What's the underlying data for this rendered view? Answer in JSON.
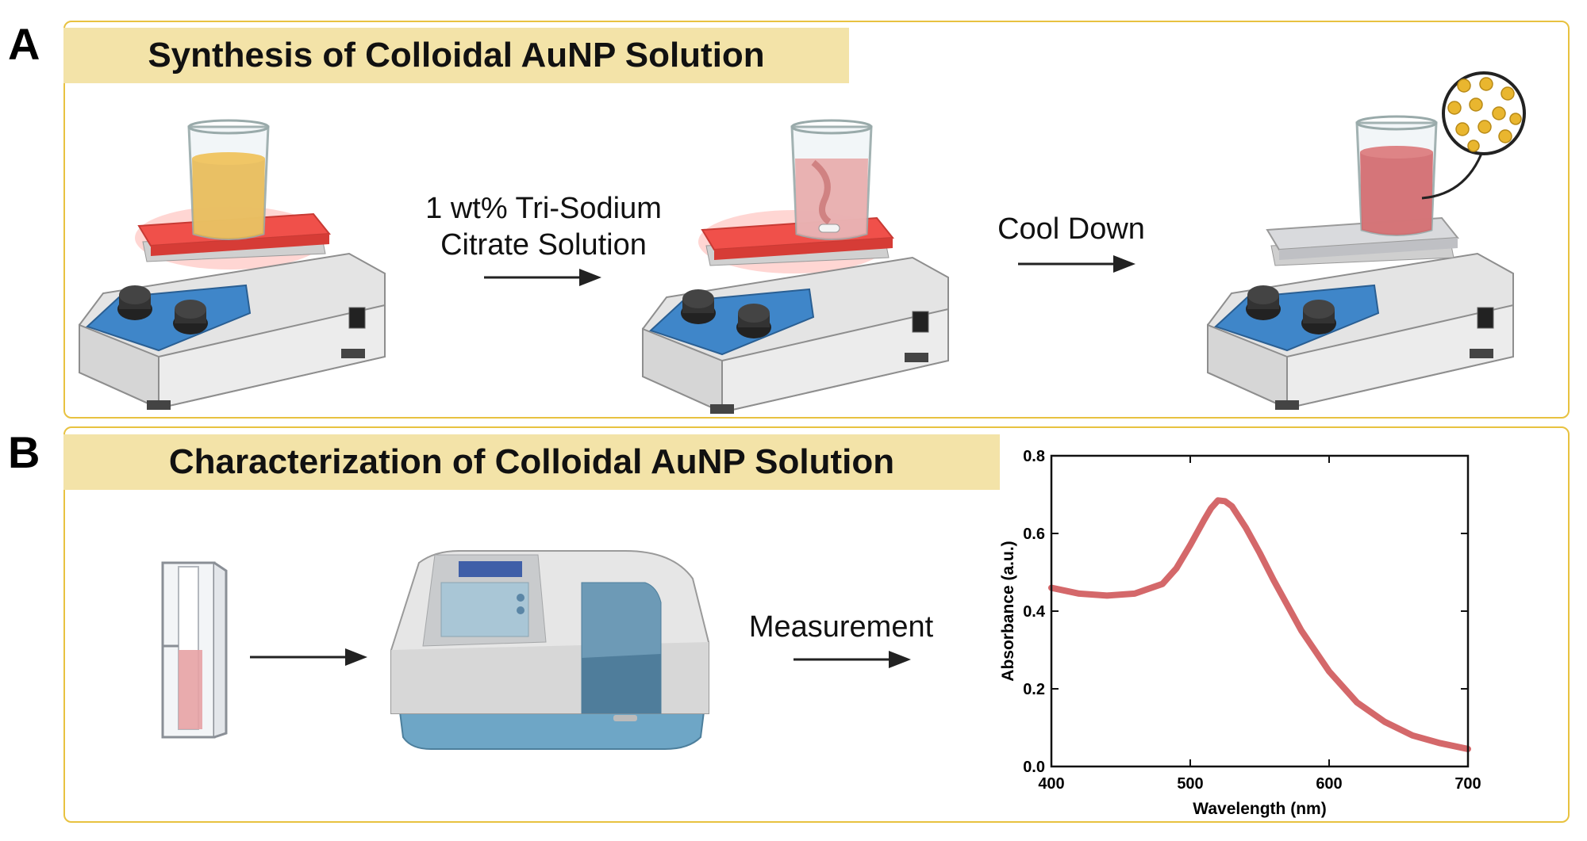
{
  "panel_a": {
    "letter": "A",
    "title": "Synthesis of Colloidal AuNP Solution",
    "step1_line1": "1 wt% Tri-Sodium",
    "step1_line2": "Citrate Solution",
    "step2_label": "Cool Down"
  },
  "panel_b": {
    "letter": "B",
    "title": "Characterization of Colloidal AuNP Solution",
    "step_label": "Measurement"
  },
  "colors": {
    "panel_border": "#e8c240",
    "banner": "#f3e3a8",
    "hotplate_red": "#f0504a",
    "gold_solution": "#e8b64a",
    "red_solution": "#d2676a",
    "spectrum_line": "#d4686a",
    "control_blue": "#3f86c9"
  },
  "icons": [
    "hot-plate-stirrer",
    "beaker",
    "magnifier-nanoparticles",
    "cuvette",
    "uv-vis-spectrophotometer",
    "arrow-right"
  ],
  "chart_data": {
    "type": "line",
    "xlabel": "Wavelength (nm)",
    "ylabel": "Absorbance (a.u.)",
    "xlim": [
      400,
      700
    ],
    "ylim": [
      0.0,
      0.8
    ],
    "x_ticks": [
      "400",
      "500",
      "600",
      "700"
    ],
    "y_ticks": [
      "0.0",
      "0.2",
      "0.4",
      "0.6",
      "0.8"
    ],
    "grid": false,
    "series": [
      {
        "x": [
          400,
          420,
          440,
          460,
          480,
          490,
          500,
          510,
          515,
          520,
          525,
          530,
          540,
          550,
          560,
          580,
          600,
          620,
          640,
          660,
          680,
          700
        ],
        "y": [
          0.46,
          0.445,
          0.44,
          0.445,
          0.47,
          0.51,
          0.57,
          0.635,
          0.665,
          0.685,
          0.683,
          0.67,
          0.615,
          0.55,
          0.48,
          0.35,
          0.245,
          0.165,
          0.115,
          0.08,
          0.06,
          0.045
        ]
      }
    ]
  }
}
